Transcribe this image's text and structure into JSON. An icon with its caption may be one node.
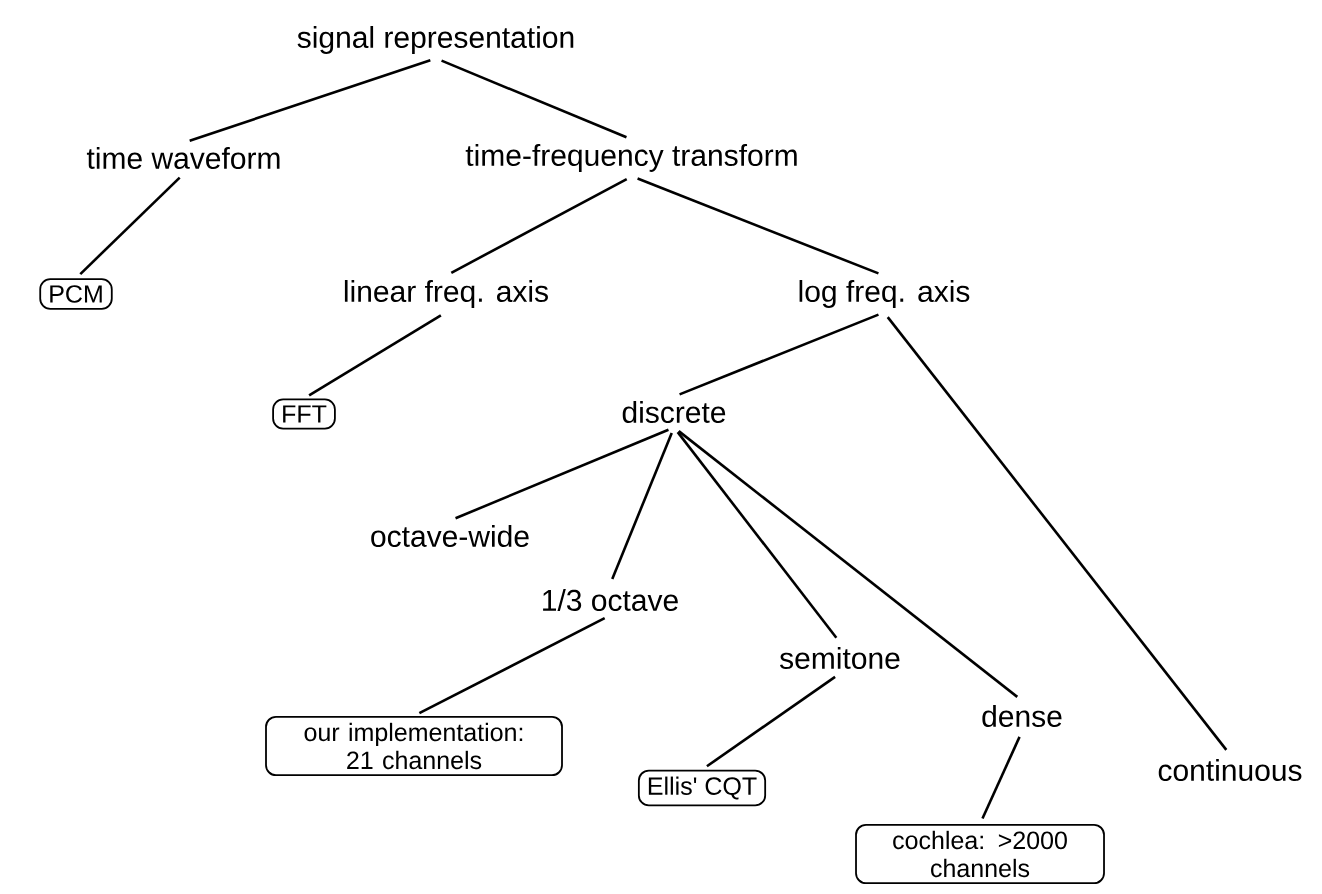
{
  "diagram": {
    "nodes": [
      {
        "text": [
          "signal representation"
        ]
      },
      {
        "text": [
          "time waveform"
        ]
      },
      {
        "text": [
          "time-frequency transform"
        ]
      },
      {
        "text": [
          "PCM"
        ]
      },
      {
        "text": [
          "linear freq. axis"
        ]
      },
      {
        "text": [
          "log freq. axis"
        ]
      },
      {
        "text": [
          "FFT"
        ]
      },
      {
        "text": [
          "discrete"
        ]
      },
      {
        "text": [
          "octave-wide"
        ]
      },
      {
        "text": [
          "1/3 octave"
        ]
      },
      {
        "text": [
          "semitone"
        ]
      },
      {
        "text": [
          "our implementation: 21 channels"
        ]
      },
      {
        "text": [
          "dense"
        ]
      },
      {
        "text": [
          "Ellis' CQT"
        ]
      },
      {
        "text": [
          "continuous"
        ]
      },
      {
        "text": [
          "cochlea: >2000 channels"
        ]
      }
    ],
    "edges": [
      {
        "from": 0,
        "to": 1,
        "arrow": "none"
      },
      {
        "from": 0,
        "to": 2,
        "arrow": "none"
      },
      {
        "from": 1,
        "to": 3,
        "arrow": "none"
      },
      {
        "from": 2,
        "to": 4,
        "arrow": "none"
      },
      {
        "from": 2,
        "to": 5,
        "arrow": "none"
      },
      {
        "from": 4,
        "to": 6,
        "arrow": "none"
      },
      {
        "from": 5,
        "to": 7,
        "arrow": "none"
      },
      {
        "from": 5,
        "to": 14,
        "arrow": "none"
      },
      {
        "from": 7,
        "to": 8,
        "arrow": "none"
      },
      {
        "from": 7,
        "to": 9,
        "arrow": "none"
      },
      {
        "from": 7,
        "to": 10,
        "arrow": "none"
      },
      {
        "from": 7,
        "to": 12,
        "arrow": "none"
      },
      {
        "from": 9,
        "to": 11,
        "arrow": "none"
      },
      {
        "from": 10,
        "to": 13,
        "arrow": "none"
      },
      {
        "from": 12,
        "to": 15,
        "arrow": "none"
      }
    ]
  }
}
